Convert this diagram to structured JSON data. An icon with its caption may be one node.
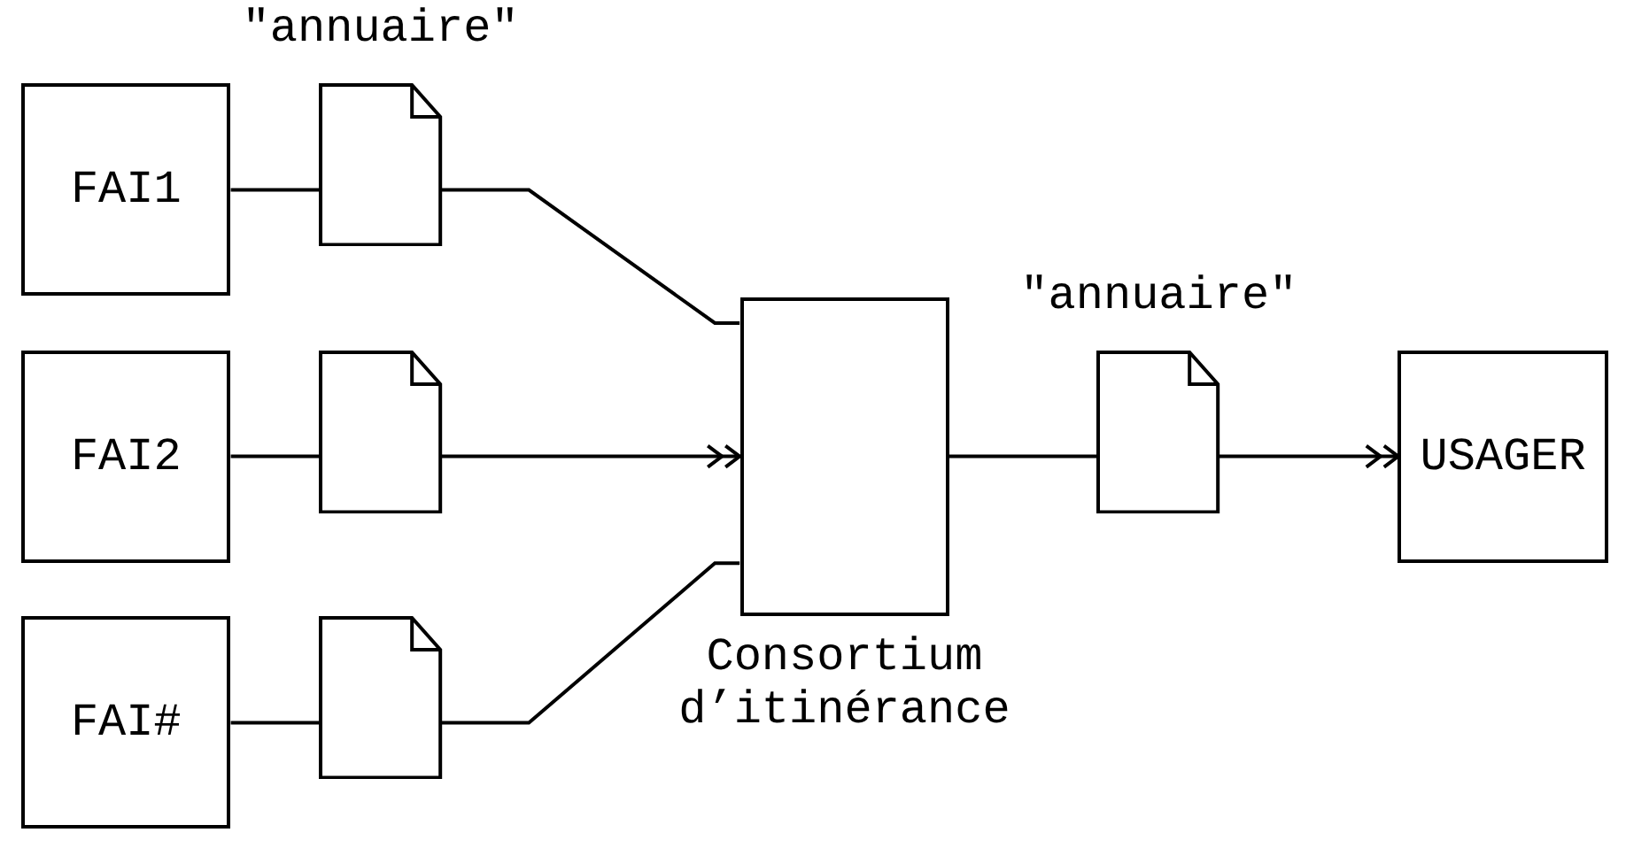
{
  "diagram": {
    "nodes": [
      {
        "text": [
          "FAI1"
        ]
      },
      {
        "text": [
          "\"annuaire\""
        ]
      },
      {
        "text": [
          "FAI2"
        ]
      },
      {
        "text": [],
        "shape": "document"
      },
      {
        "text": [
          "FAI#"
        ]
      },
      {
        "text": [],
        "shape": "document"
      },
      {
        "text": [
          "Consortium d’itinérance"
        ]
      },
      {
        "text": [
          "\"annuaire\""
        ]
      },
      {
        "text": [
          "USAGER"
        ]
      }
    ],
    "edges": [
      {
        "from": 0,
        "to": 1,
        "arrow": "none"
      },
      {
        "from": 2,
        "to": 3,
        "arrow": "none"
      },
      {
        "from": 4,
        "to": 5,
        "arrow": "none"
      },
      {
        "from": 1,
        "to": 6,
        "arrow": "none"
      },
      {
        "from": 3,
        "to": 6,
        "arrow": "to"
      },
      {
        "from": 5,
        "to": 6,
        "arrow": "none"
      },
      {
        "from": 6,
        "to": 7,
        "arrow": "none"
      },
      {
        "from": 7,
        "to": 8,
        "arrow": "to"
      }
    ]
  }
}
